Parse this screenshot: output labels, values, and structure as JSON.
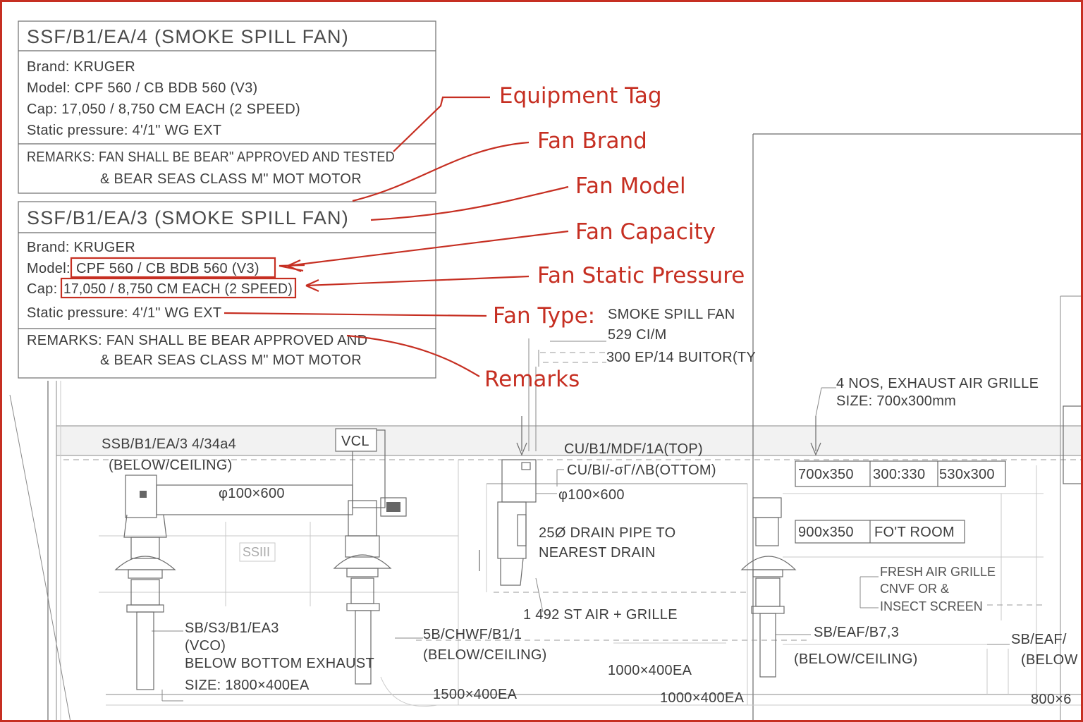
{
  "schedule_boxes": [
    {
      "title": "SSF/B1/EA/4 (SMOKE SPILL FAN)",
      "brand": "Brand: KRUGER",
      "model": "Model: CPF 560 / CB BDB 560 (V3)",
      "cap": "Cap: 17,050 / 8,750 CM EACH (2 SPEED)",
      "static": "Static pressure: 4'/1\" WG EXT",
      "remarks_1": "REMARKS: FAN SHALL BE BEAR\" APPROVED AND TESTED",
      "remarks_2": "& BEAR SEAS CLASS M\" MOT MOTOR"
    },
    {
      "title": "SSF/B1/EA/3 (SMOKE SPILL FAN)",
      "brand": "Brand: KRUGER",
      "model_label": "Model:",
      "model_value": "CPF 560 / CB BDB 560 (V3)",
      "cap_label": "Cap:",
      "cap_value": "17,050 / 8,750 CM EACH (2 SPEED)",
      "static": "Static pressure: 4'/1\" WG EXT",
      "remarks_1": "REMARKS: FAN SHALL BE BEAR APPROVED AND",
      "remarks_2": "& BEAR SEAS CLASS M\" MOT MOTOR"
    }
  ],
  "callouts": {
    "equipment_tag": "Equipment Tag",
    "fan_brand": "Fan Brand",
    "fan_model": "Fan Model",
    "fan_capacity": "Fan Capacity",
    "fan_static_pressure": "Fan Static Pressure",
    "fan_type": "Fan Type:",
    "fan_type_value": "SMOKE SPILL FAN",
    "remarks": "Remarks"
  },
  "plan_labels": {
    "ci_m": "529 CI/M",
    "ep_14": "300 EP/14 BUITOR(TY",
    "grille_note_1": "4 NOS, EXHAUST AIR GRILLE",
    "grille_note_2": "SIZE: 700x300mm",
    "ssb_tag": "SSB/B1/EA/3 4/34a4",
    "below_ceiling_1": "(BELOW/CEILING)",
    "vcl": "VCL",
    "duct_100x600_a": "φ100×600",
    "cu_top": "CU/B1/MDF/1A(TOP)",
    "cu_bottom": "CU/BI/-σГ/ΛΒ(OTTOM)",
    "duct_100x600_b": "φ100×600",
    "duct_700x350": "700x350",
    "duct_300x330": "300:330",
    "duct_530x300": "530x300",
    "drain_1": "25Ø DRAIN PIPE TO",
    "drain_2": "NEAREST DRAIN",
    "duct_900x350": "900x350",
    "fot_room": "FO'T ROOM",
    "fresh_1": "FRESH AIR GRILLE",
    "fresh_2": "CNVF OR &",
    "fresh_3": "INSECT SCREEN",
    "ssiii": "SSIII",
    "air_grille": "1 492 ST AIR + GRILLE",
    "sb_s3": "SB/S3/B1/EA3",
    "vco": "(VCO)",
    "below_bottom": "BELOW BOTTOM EXHAUST",
    "size_1800": "SIZE: 1800×400EA",
    "sb_chwf": "5B/CHWF/B1/1",
    "below_ceiling_2": "(BELOW/CEILING)",
    "sb_eaf": "SB/EAF/B7,3",
    "below_ceiling_3": "(BELOW/CEILING)",
    "sb_eaf_right": "SB/EAF/",
    "below_right": "(BELOW",
    "duct_1000x400_a": "1000×400EA",
    "duct_1500x400": "1500×400EA",
    "duct_1000x400_b": "1000×400EA",
    "duct_800": "800×6"
  }
}
